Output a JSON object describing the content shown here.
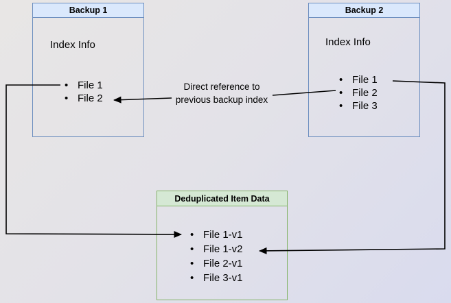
{
  "diagram": {
    "backup1": {
      "title": "Backup 1",
      "index_label": "Index Info",
      "files": [
        "File 1",
        "File 2"
      ]
    },
    "backup2": {
      "title": "Backup 2",
      "index_label": "Index Info",
      "files": [
        "File 1",
        "File 2",
        "File 3"
      ]
    },
    "dedup": {
      "title": "Deduplicated Item Data",
      "items": [
        "File 1-v1",
        "File 1-v2",
        "File 2-v1",
        "File 3-v1"
      ]
    },
    "edge_label": {
      "line1": "Direct reference to",
      "line2": "previous backup index"
    },
    "edges": [
      {
        "from": "Backup 1 / File 1",
        "to": "Deduplicated Item Data / File 1-v1",
        "label": ""
      },
      {
        "from": "Backup 2 / File 2",
        "to": "Backup 1 / File 2",
        "label": "Direct reference to previous backup index"
      },
      {
        "from": "Backup 2 / File 1",
        "to": "Deduplicated Item Data / File 1-v2",
        "label": ""
      }
    ],
    "colors": {
      "backup_header_fill": "#dae8fc",
      "backup_border": "#6c8ebf",
      "dedup_header_fill": "#d5e8d4",
      "dedup_border": "#82b366",
      "connector": "#000000",
      "text": "#000000"
    }
  }
}
